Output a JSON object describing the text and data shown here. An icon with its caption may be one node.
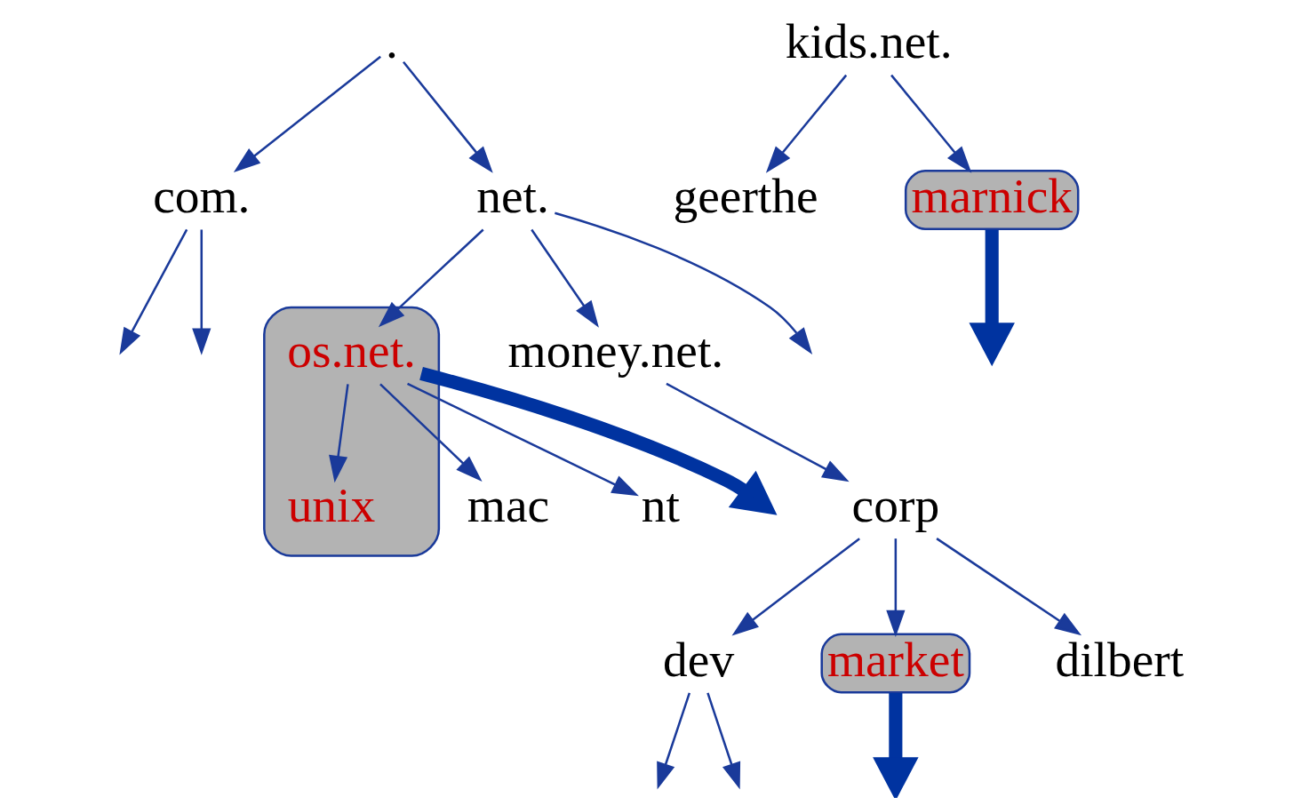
{
  "diagram": {
    "nodes": [
      {
        "text": [
          "."
        ]
      },
      {
        "text": [
          "com."
        ]
      },
      {
        "text": [
          "net."
        ]
      },
      {
        "text": [],
        "shape": "cloud"
      },
      {
        "text": [
          "os.net."
        ],
        "in": 3
      },
      {
        "text": [
          "money.net."
        ]
      },
      {
        "text": [
          "kids.net."
        ]
      },
      {
        "text": [
          "corp"
        ]
      },
      {
        "text": [
          "geerthe"
        ]
      },
      {
        "text": [
          "marnick"
        ]
      },
      {
        "text": [
          "mac"
        ]
      },
      {
        "text": [
          "unix"
        ],
        "in": 3
      },
      {
        "text": [
          "nt"
        ]
      },
      {
        "text": [
          "dev"
        ]
      },
      {
        "text": [
          "market"
        ]
      },
      {
        "text": [
          "dilbert"
        ]
      }
    ],
    "edges": [
      {
        "from": 0,
        "to": 2,
        "arrow": "to"
      },
      {
        "from": 0,
        "to": 1,
        "arrow": "to"
      },
      {
        "from": 1,
        "to": null,
        "arrow": "to"
      },
      {
        "from": 1,
        "to": null,
        "arrow": "to"
      },
      {
        "from": 2,
        "to": 5,
        "arrow": "to"
      },
      {
        "from": 2,
        "to": null,
        "arrow": "to"
      },
      {
        "from": 2,
        "to": 4,
        "arrow": "to"
      },
      {
        "from": 5,
        "to": 7,
        "arrow": "to"
      },
      {
        "from": 6,
        "to": 8,
        "arrow": "to"
      },
      {
        "from": 6,
        "to": 9,
        "arrow": "to"
      },
      {
        "from": 4,
        "to": 10,
        "arrow": "to"
      },
      {
        "from": 4,
        "to": 11,
        "arrow": "to"
      },
      {
        "from": 4,
        "to": 12,
        "arrow": "to"
      },
      {
        "from": 7,
        "to": 13,
        "arrow": "to"
      },
      {
        "from": 7,
        "to": 14,
        "arrow": "to"
      },
      {
        "from": 7,
        "to": 15,
        "arrow": "to"
      },
      {
        "from": 13,
        "to": null,
        "arrow": "to"
      },
      {
        "from": 13,
        "to": null,
        "arrow": "to"
      },
      {
        "from": 4,
        "to": null,
        "arrow": "to",
        "style": "thick"
      },
      {
        "from": 9,
        "to": null,
        "arrow": "to",
        "style": "thick"
      },
      {
        "from": 14,
        "to": null,
        "arrow": "to",
        "style": "thick"
      }
    ]
  }
}
